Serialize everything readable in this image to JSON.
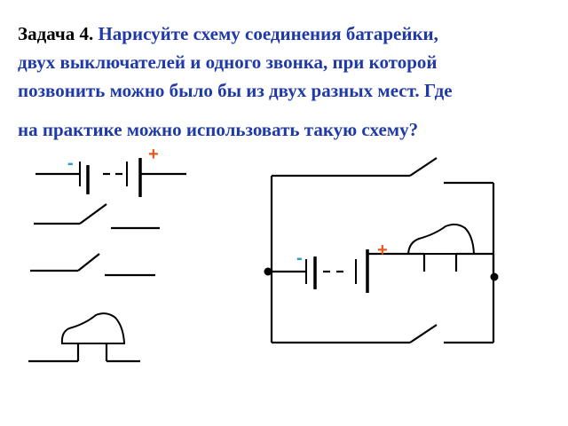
{
  "task": {
    "number": "Задача 4.",
    "lines": [
      "Нарисуйте схему соединения батарейки,",
      "двух выключателей и одного звонка, при которой",
      "позвонить можно было бы из двух разных мест. Где",
      "на практике можно использовать такую схему?"
    ]
  },
  "labels": {
    "minus": "-",
    "plus": "+"
  },
  "colors": {
    "text": "#1f3aa8",
    "number": "#000000",
    "plus": "#e8581c",
    "minus": "#2a9bd6",
    "wire": "#000000"
  }
}
